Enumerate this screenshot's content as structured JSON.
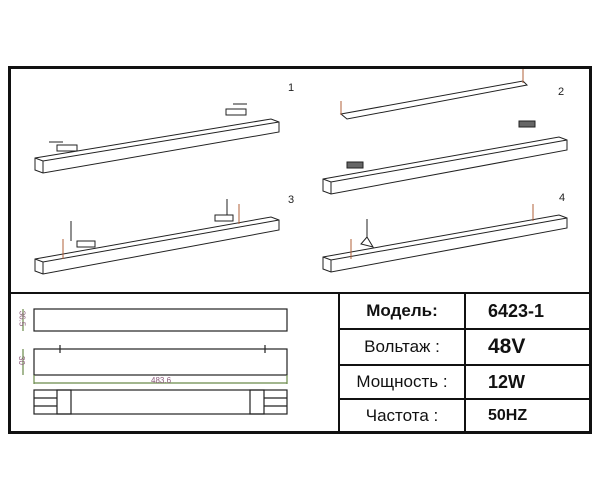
{
  "steps": [
    {
      "number": "1"
    },
    {
      "number": "2"
    },
    {
      "number": "3"
    },
    {
      "number": "4"
    }
  ],
  "dimensions": {
    "height_top": "36.5",
    "height_side": "30",
    "length": "483.6"
  },
  "specs": [
    {
      "label": "Модель:",
      "value": "6423-1"
    },
    {
      "label": "Вольтаж :",
      "value": "48V"
    },
    {
      "label": "Мощность :",
      "value": "12W"
    },
    {
      "label": "Частота :",
      "value": "50HZ"
    }
  ],
  "colors": {
    "border": "#111111",
    "dimension_line": "#6a8a4a",
    "dimension_text": "#8a5a7a",
    "clip_accent": "#b0603a"
  }
}
